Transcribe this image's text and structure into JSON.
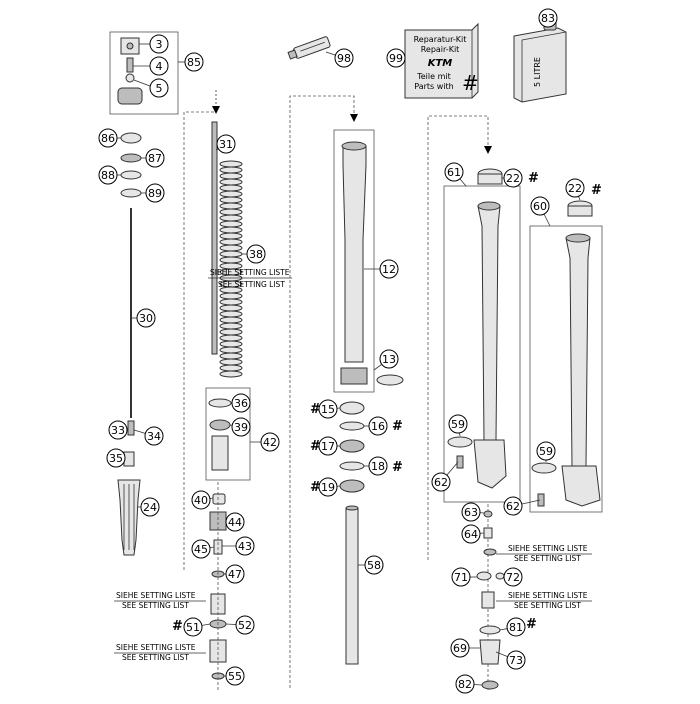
{
  "callouts": {
    "c3": "3",
    "c4": "4",
    "c5": "5",
    "c85": "85",
    "c98": "98",
    "c99": "99",
    "c83": "83",
    "c86": "86",
    "c87": "87",
    "c88": "88",
    "c89": "89",
    "c30": "30",
    "c33": "33",
    "c34": "34",
    "c35": "35",
    "c24": "24",
    "c31": "31",
    "c38": "38",
    "c36": "36",
    "c39": "39",
    "c42": "42",
    "c40": "40",
    "c44": "44",
    "c45": "45",
    "c43": "43",
    "c47": "47",
    "c51": "51",
    "c52": "52",
    "c55": "55",
    "c12": "12",
    "c13": "13",
    "c15": "15",
    "c16": "16",
    "c17": "17",
    "c18": "18",
    "c19": "19",
    "c58": "58",
    "c61": "61",
    "c22a": "22",
    "c60": "60",
    "c22b": "22",
    "c59a": "59",
    "c62a": "62",
    "c59b": "59",
    "c62b": "62",
    "c63": "63",
    "c64": "64",
    "c71": "71",
    "c72": "72",
    "c81": "81",
    "c69": "69",
    "c73": "73",
    "c82": "82"
  },
  "hash_symbol": "#",
  "repair_kit": {
    "line1": "Reparatur-Kit",
    "line2": "Repair-Kit",
    "brand": "KTM",
    "line3": "Teile mit",
    "line4": "Parts with"
  },
  "can_label": "5 LITRE",
  "setting_notes": {
    "spring_de": "SIEHE SETTING LISTE",
    "spring_en": "SEE SETTING LIST",
    "shim1_de": "SIEHE SETTING LISTE",
    "shim1_en": "SEE SETTING LIST",
    "shim2_de": "SIEHE SETTING LISTE",
    "shim2_en": "SEE SETTING LIST",
    "r1_de": "SIEHE SETTING LISTE",
    "r1_en": "SEE SETTING LIST",
    "r2_de": "SIEHE SETTING LISTE",
    "r2_en": "SEE SETTING LIST"
  }
}
